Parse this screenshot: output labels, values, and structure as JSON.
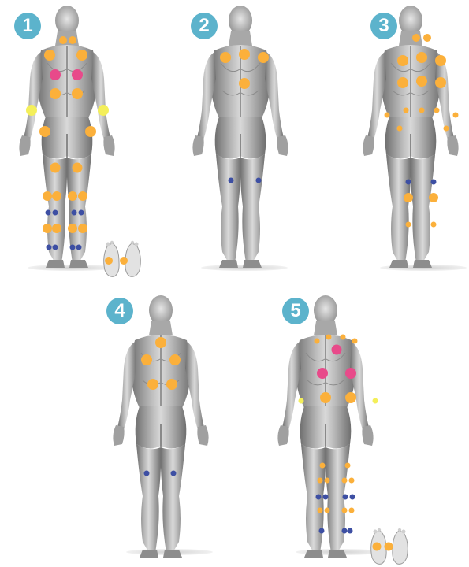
{
  "colors": {
    "badge": "#5cb3cc",
    "orange": "#fbb03b",
    "pink": "#e84a8a",
    "yellow": "#f4ef5a",
    "blue": "#3d4fa3"
  },
  "icons": {
    "figure": "human-back-muscle-figure-icon",
    "feet": "foot-soles-icon"
  },
  "panels": [
    {
      "number": "1",
      "has_feet": true
    },
    {
      "number": "2",
      "has_feet": false
    },
    {
      "number": "3",
      "has_feet": false
    },
    {
      "number": "4",
      "has_feet": false
    },
    {
      "number": "5",
      "has_feet": true
    }
  ]
}
